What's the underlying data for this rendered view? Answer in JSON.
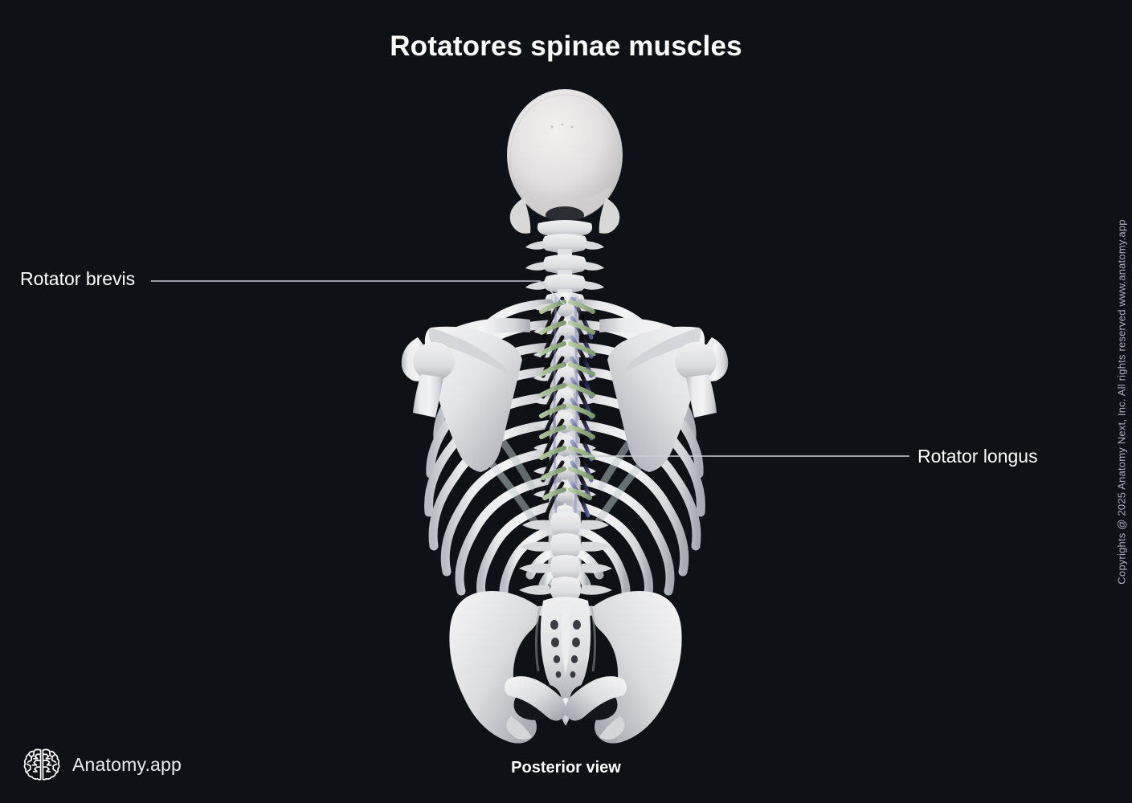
{
  "page": {
    "title": "Rotatores spinae muscles",
    "caption": "Posterior view",
    "background_color": "#0e1116",
    "text_color": "#ffffff"
  },
  "labels": [
    {
      "id": "rotator-brevis",
      "text": "Rotator brevis",
      "side": "left",
      "leader_color": "#c9ced6"
    },
    {
      "id": "rotator-longus",
      "text": "Rotator longus",
      "side": "right",
      "leader_color": "#c9ced6"
    }
  ],
  "illustration": {
    "subject": "human-axial-skeleton-posterior",
    "view": "posterior",
    "bone_color": "#e8e8ea",
    "bone_shadow_color": "#9ea3ad",
    "cartilage_color": "#c6d3d6",
    "muscle_brevis_color": "#a9bf95",
    "muscle_longus_color": "#7e85b8",
    "structures": [
      "skull",
      "cervical-vertebrae",
      "thoracic-vertebrae",
      "lumbar-vertebrae",
      "sacrum",
      "coccyx",
      "ribs",
      "scapula-left",
      "scapula-right",
      "clavicle-left",
      "clavicle-right",
      "humerus-left",
      "humerus-right",
      "ilium-left",
      "ilium-right",
      "pubis",
      "ischium",
      "rotatores-brevis-muscles",
      "rotatores-longus-muscles"
    ]
  },
  "branding": {
    "logo_icon": "brain-icon",
    "logo_text": "Anatomy.app",
    "copyright": "Copyrights @ 2025 Anatomy Next, Inc. All rights reserved www.anatomy.app"
  }
}
